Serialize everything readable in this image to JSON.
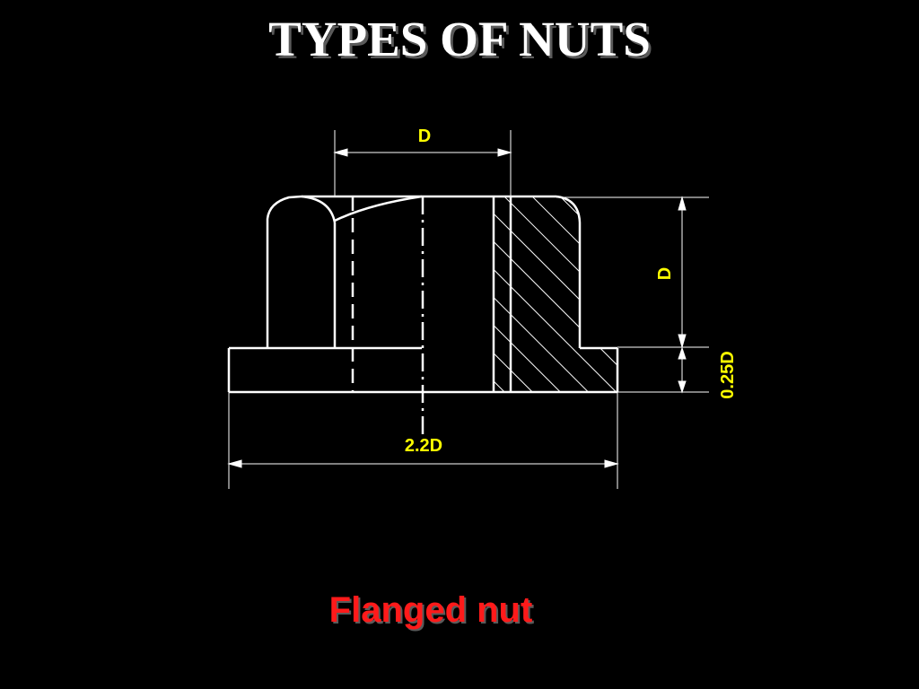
{
  "slide": {
    "title": "TYPES OF NUTS",
    "caption": "Flanged nut"
  },
  "dimensions": {
    "top_width": "D",
    "body_height": "D",
    "flange_thickness": "0.25D",
    "flange_width": "2.2D"
  },
  "colors": {
    "background": "#000000",
    "outline": "#ffffff",
    "dimension_text": "#ffff00",
    "caption": "#ff1a1a"
  }
}
